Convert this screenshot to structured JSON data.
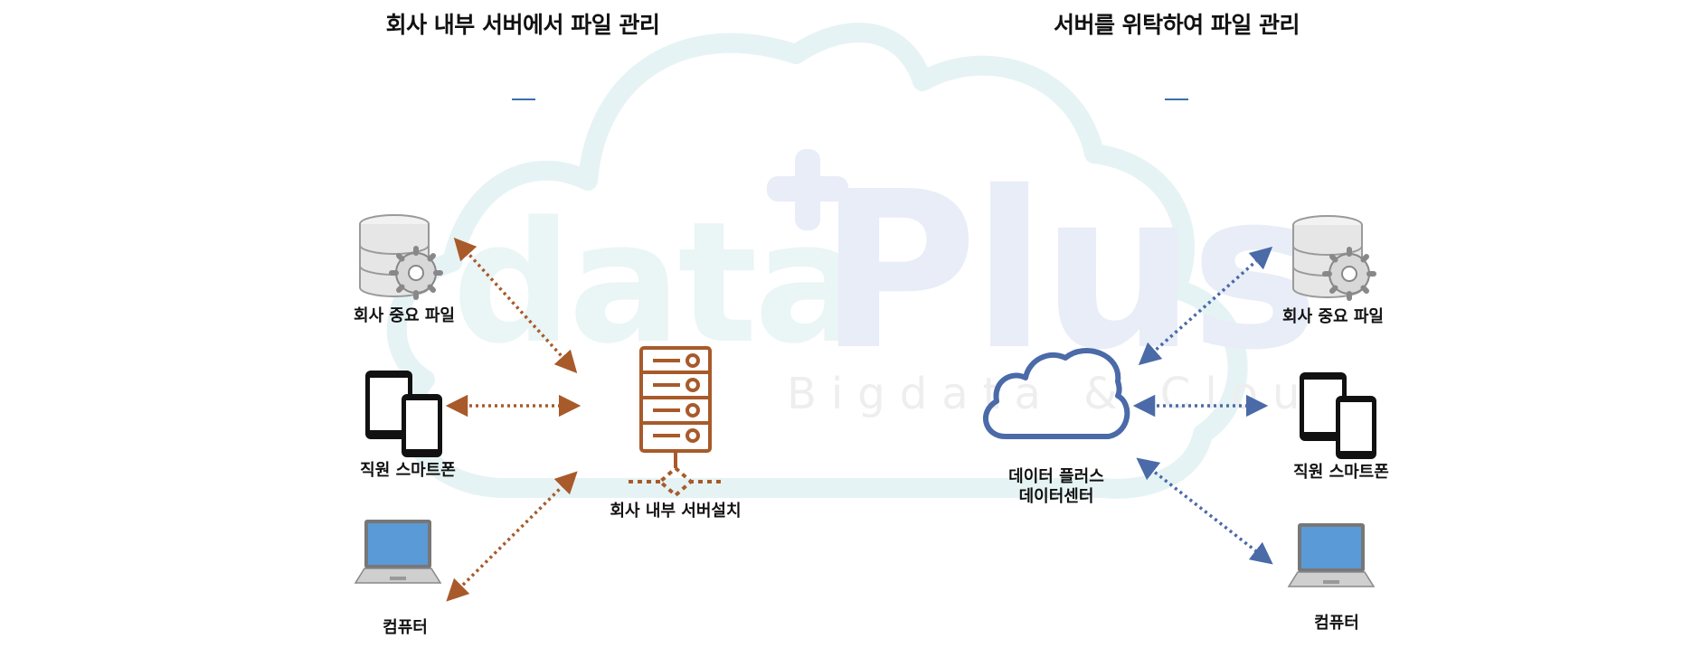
{
  "titles": {
    "left": "회사 내부 서버에서 파일 관리",
    "right": "서버를 위탁하여 파일 관리"
  },
  "left": {
    "file_label": "회사 중요 파일",
    "phone_label": "직원 스마트폰",
    "computer_label": "컴퓨터",
    "server_label": "회사 내부 서버설치"
  },
  "right": {
    "file_label": "회사 중요 파일",
    "phone_label": "직원 스마트폰",
    "computer_label": "컴퓨터",
    "cloud_label_line1": "데이터 플러스",
    "cloud_label_line2": "데이터센터"
  },
  "watermark": {
    "brand_prefix": "data",
    "brand_main": "Plus",
    "tagline": "Bigdata & Cloud"
  },
  "colors": {
    "left_accent": "#a85a2a",
    "right_accent": "#4a6aa8",
    "title_dash": "#3a6fb0",
    "watermark_cloud": "#e6f3f4",
    "watermark_brand": "#e8edf7"
  },
  "icons": [
    "database-gear-icon",
    "tablet-phone-icon",
    "laptop-icon",
    "server-rack-icon",
    "cloud-outline-icon"
  ]
}
